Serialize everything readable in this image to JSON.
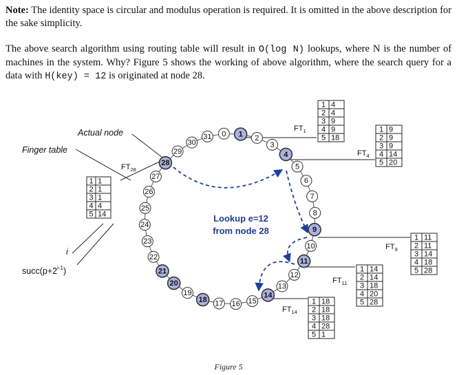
{
  "note": {
    "label": "Note:",
    "text": " The identity space is circular and modulus operation is required. It is omitted in the above description for the sake simplicity."
  },
  "paragraph": {
    "part1": "The above search algorithm using routing table will result in ",
    "complexity": "O(log N)",
    "part2": " lookups, where N is the number of machines in the system. Why? Figure 5 shows the working of above algorithm, where the search query for a data with ",
    "hkey": "H(key) = 12",
    "part3": " is originated at node 28."
  },
  "figure": {
    "caption": "Figure 5",
    "lookup_line1": "Lookup e=12",
    "lookup_line2": "from node 28",
    "labels": {
      "actual_node": "Actual node",
      "finger_table": "Finger table",
      "i": "i",
      "succ": "succ(p+2",
      "succ_sup": "i-1",
      "succ_end": ")"
    },
    "ring_nodes": [
      "0",
      "1",
      "2",
      "3",
      "4",
      "5",
      "6",
      "7",
      "8",
      "9",
      "10",
      "11",
      "12",
      "13",
      "14",
      "15",
      "16",
      "17",
      "18",
      "19",
      "20",
      "21",
      "22",
      "23",
      "24",
      "25",
      "26",
      "27",
      "28",
      "29",
      "30",
      "31"
    ],
    "active_nodes": [
      "1",
      "4",
      "9",
      "11",
      "14",
      "18",
      "20",
      "21",
      "28"
    ],
    "tables": [
      {
        "name": "FT",
        "sub": "28",
        "rows": [
          [
            "1",
            "1"
          ],
          [
            "2",
            "1"
          ],
          [
            "3",
            "1"
          ],
          [
            "4",
            "4"
          ],
          [
            "5",
            "14"
          ]
        ]
      },
      {
        "name": "FT",
        "sub": "1",
        "rows": [
          [
            "1",
            "4"
          ],
          [
            "2",
            "4"
          ],
          [
            "3",
            "9"
          ],
          [
            "4",
            "9"
          ],
          [
            "5",
            "18"
          ]
        ]
      },
      {
        "name": "FT",
        "sub": "4",
        "rows": [
          [
            "1",
            "9"
          ],
          [
            "2",
            "9"
          ],
          [
            "3",
            "9"
          ],
          [
            "4",
            "14"
          ],
          [
            "5",
            "20"
          ]
        ]
      },
      {
        "name": "FT",
        "sub": "9",
        "rows": [
          [
            "1",
            "11"
          ],
          [
            "2",
            "11"
          ],
          [
            "3",
            "14"
          ],
          [
            "4",
            "18"
          ],
          [
            "5",
            "28"
          ]
        ]
      },
      {
        "name": "FT",
        "sub": "11",
        "rows": [
          [
            "1",
            "14"
          ],
          [
            "2",
            "14"
          ],
          [
            "3",
            "18"
          ],
          [
            "4",
            "20"
          ],
          [
            "5",
            "28"
          ]
        ]
      },
      {
        "name": "FT",
        "sub": "14",
        "rows": [
          [
            "1",
            "18"
          ],
          [
            "2",
            "18"
          ],
          [
            "3",
            "18"
          ],
          [
            "4",
            "28"
          ],
          [
            "5",
            "1"
          ]
        ]
      }
    ],
    "colors": {
      "active_fill": "#aab3de",
      "passive_fill": "#ffffff",
      "arrow": "#1f3f9a",
      "lookup_text": "#1f3f8f"
    }
  }
}
